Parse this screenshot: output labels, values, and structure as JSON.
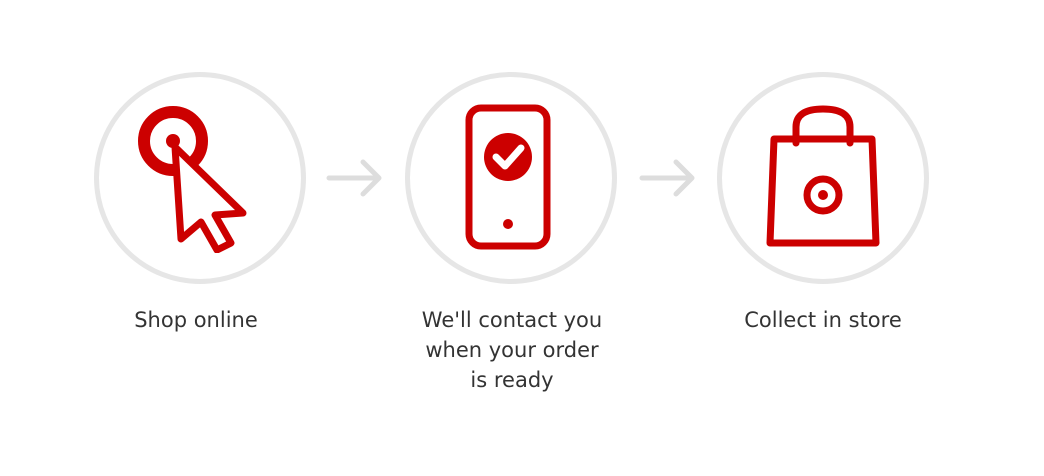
{
  "colors": {
    "accent": "#cc0000",
    "ring": "#e6e6e6",
    "arrow": "#dddddd",
    "text": "#333333"
  },
  "steps": [
    {
      "icon": "cursor-click-icon",
      "label_lines": [
        "Shop online"
      ]
    },
    {
      "icon": "phone-check-icon",
      "label_lines": [
        "We'll contact you",
        "when your order",
        "is ready"
      ]
    },
    {
      "icon": "shopping-bag-icon",
      "label_lines": [
        "Collect in store"
      ]
    }
  ]
}
